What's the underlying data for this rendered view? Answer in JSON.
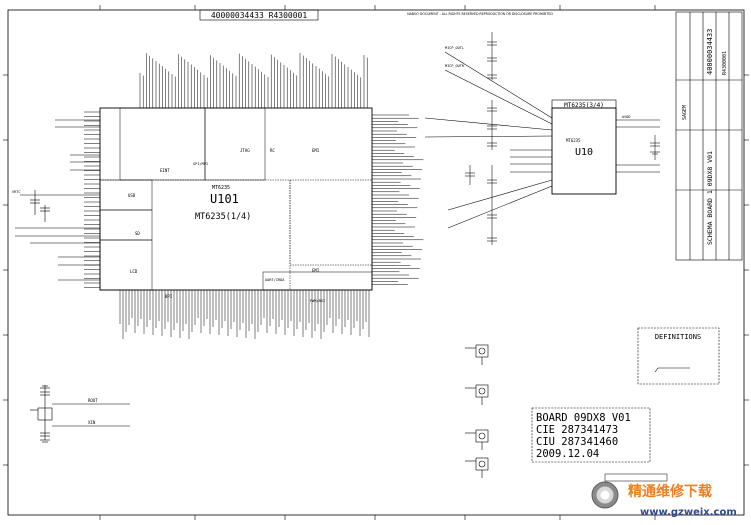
{
  "sheet": {
    "top_reference": "40000034433 R4300001",
    "copyright_note": "NABOO DOCUMENT - ALL RIGHTS RESERVED REPRODUCTION OR DISCLOSURE PROHIBITED"
  },
  "chips": {
    "u101_model": "MT6235",
    "u101_ref": "U101",
    "u101_part": "MT6235(1/4)",
    "u101_blocks": [
      "EINT",
      "JTAG",
      "RC",
      "EMI",
      "SPI/MPI",
      "LCD",
      "USB",
      "SD",
      "BPI",
      "EMI",
      "UART/IRDA",
      "PWM/BSI"
    ],
    "u10_title": "MT6235(3/4)",
    "u10_model": "MT6235",
    "u10_ref": "U10"
  },
  "nets": {
    "mic_p": "MICP_OUTL",
    "mic_n": "MICP_OUTR",
    "rout": "ROUT",
    "xin": "XIN",
    "vrtc": "VRTC",
    "avdd": "AVDD"
  },
  "definitions": {
    "title": "DEFINITIONS"
  },
  "board": {
    "line1": "BOARD 09DX8 V01",
    "line2": "CIE 287341473",
    "line3": "CIU 287341460",
    "line4": "2009.12.04"
  },
  "title_block": {
    "doc_number": "40000034433",
    "rev": "R4300001",
    "title": "SCHEMA BOARD 1 09DX8 V01",
    "company": "SAGEM"
  },
  "watermark": {
    "cn_text": "精通维修下载",
    "url": "www.gzweix.com"
  }
}
